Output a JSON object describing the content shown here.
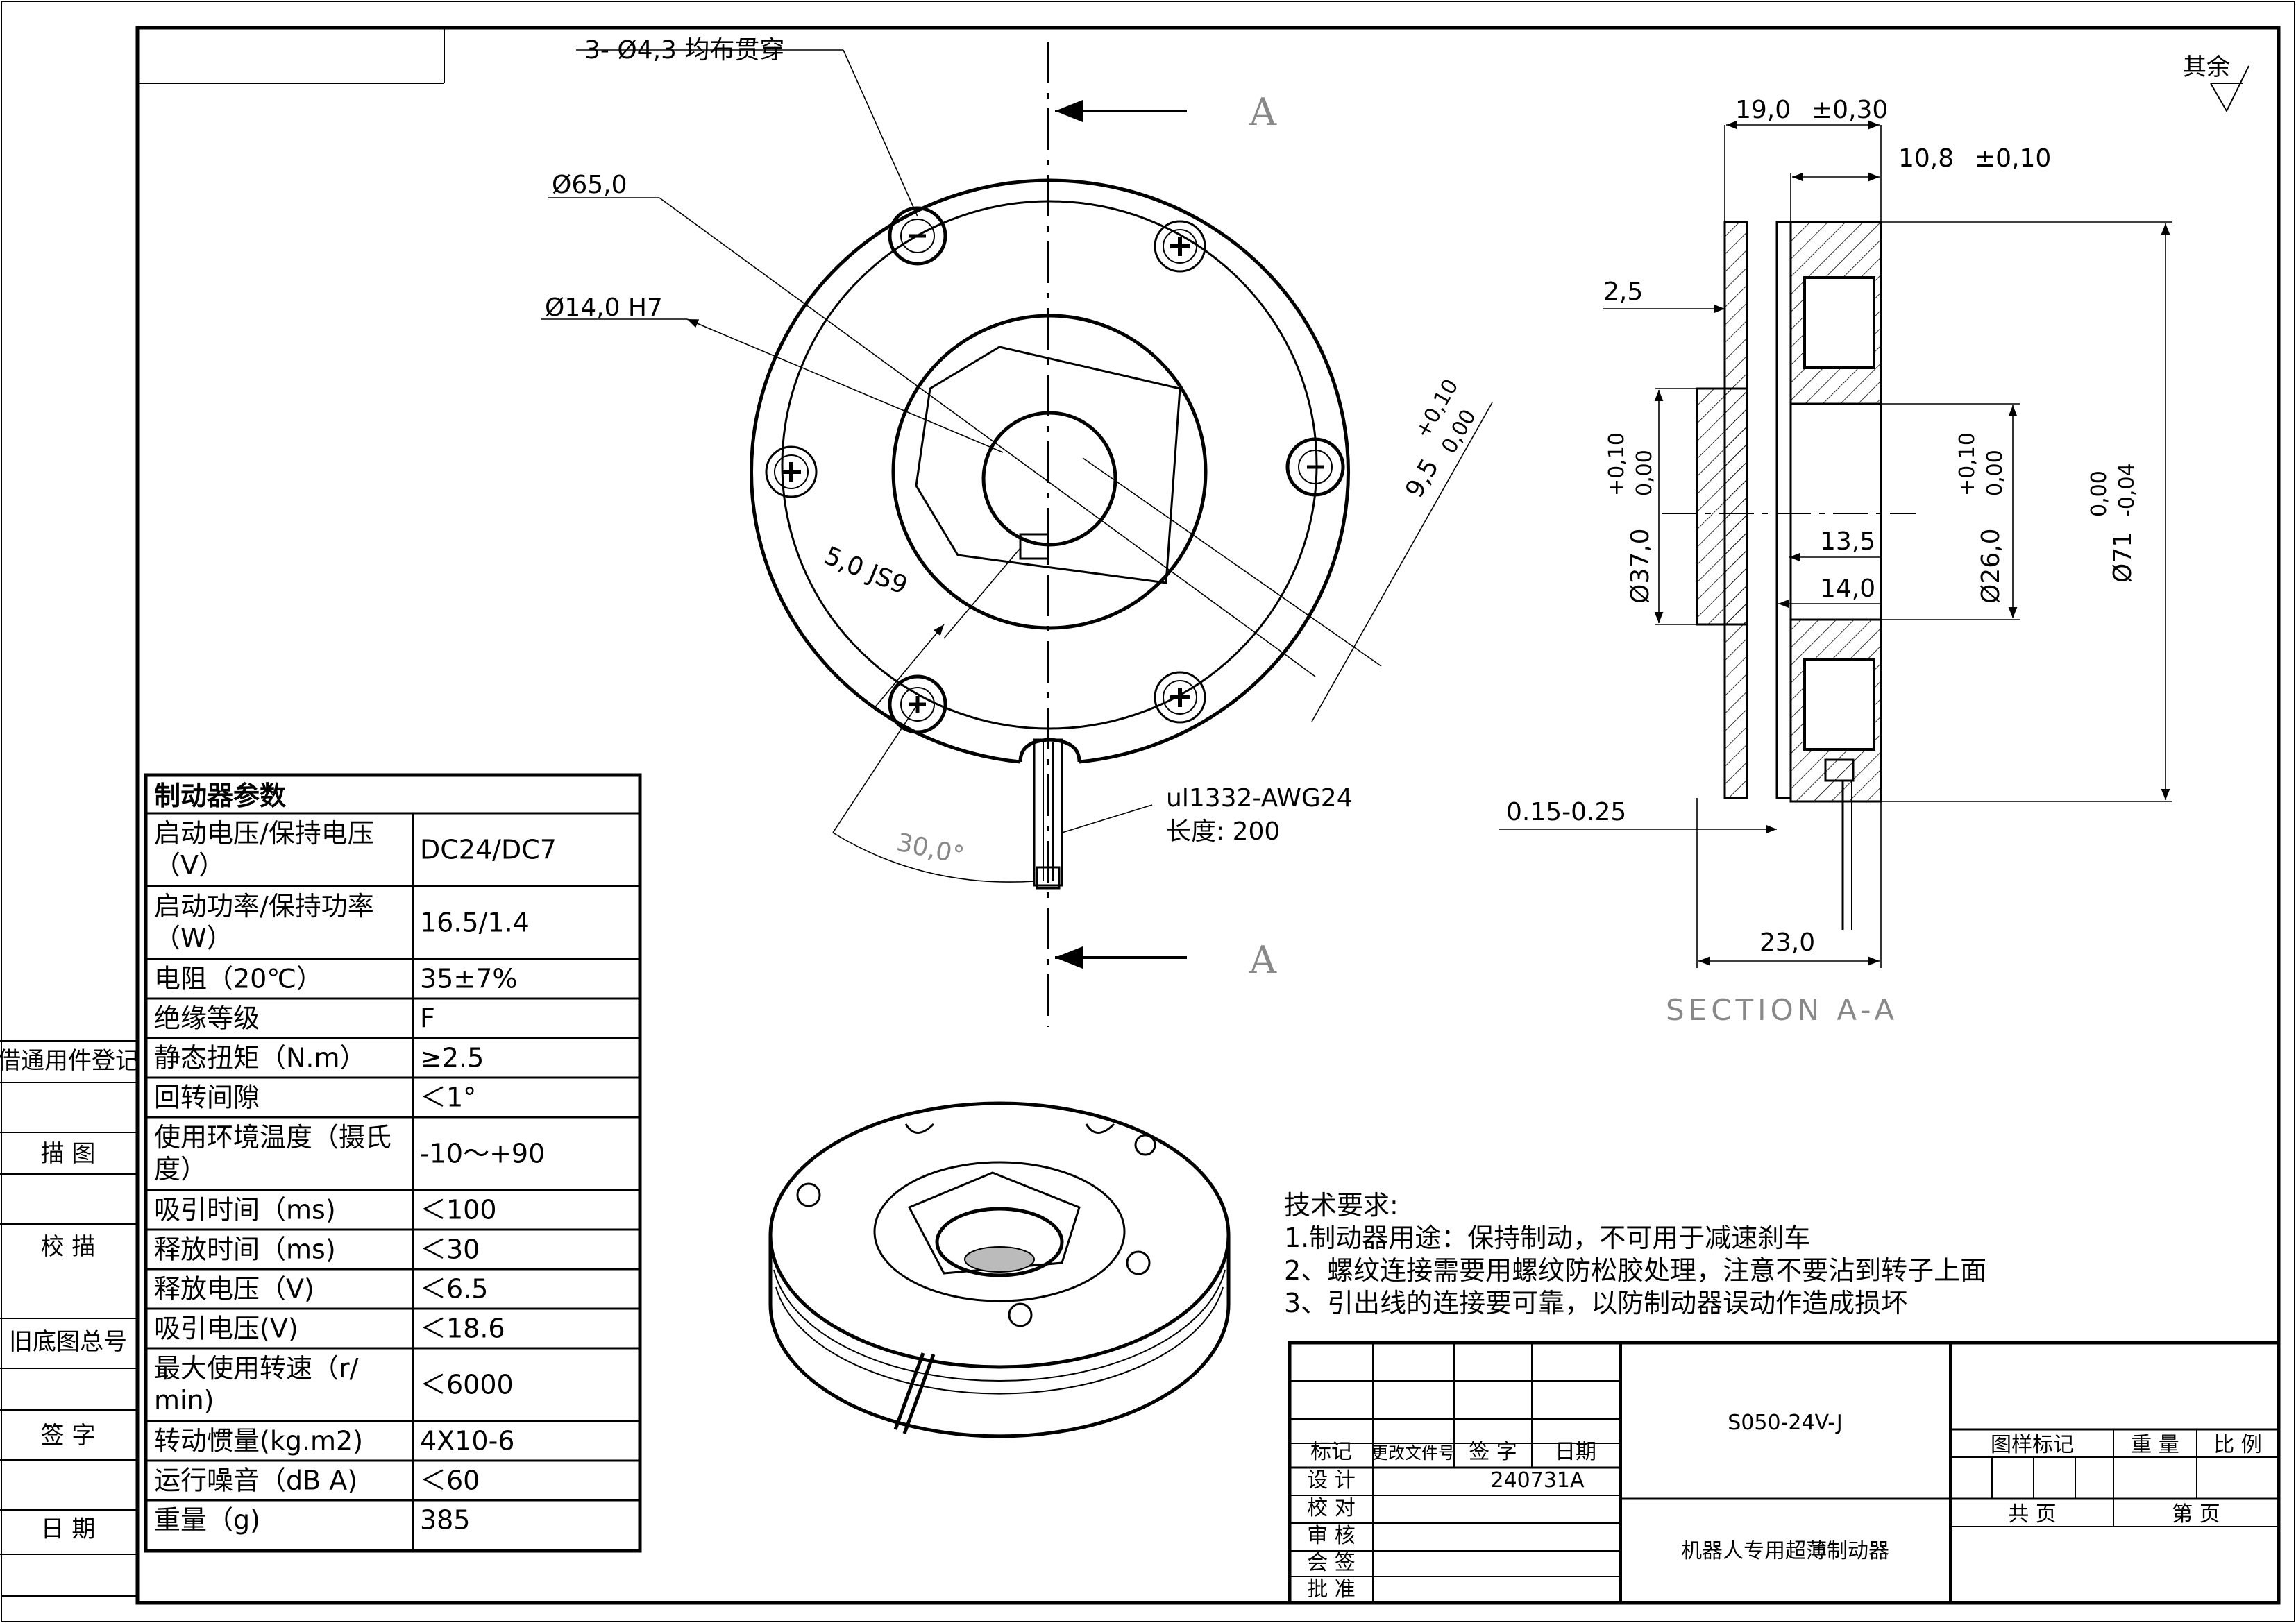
{
  "side_stamp": [
    "借通用件登记",
    "描 图",
    "校 描",
    "旧底图总号",
    "签 字",
    "日 期"
  ],
  "roughness_symbol": "其余",
  "front_view": {
    "holes_note": "3- Ø4,3 均布贯穿",
    "outer_dia": "Ø65,0",
    "bore": "Ø14,0 H7",
    "keyway_depth": [
      "9,5",
      "+0,10",
      "0,00"
    ],
    "keyway_width": "5,0 JS9",
    "angle": "30,0°",
    "cable": "ul1332-AWG24",
    "cable_length": "长度: 200",
    "section_mark": "A"
  },
  "section_view": {
    "width_total_top": "19,0",
    "width_total_tol": "±0,30",
    "width_body": "10,8",
    "width_body_tol": "±0,10",
    "plate": "2,5",
    "dia_37": "Ø37,0",
    "dia_37_tol": [
      "+0,10",
      "0,00"
    ],
    "dia_26": "Ø26,0",
    "dia_26_tol": [
      "+0,10",
      "0,00"
    ],
    "dia_71": "Ø71",
    "dia_71_tol": [
      "0,00",
      "-0,04"
    ],
    "w_135": "13,5",
    "w_140": "14,0",
    "gap": "0.15-0.25",
    "width_bottom": "23,0",
    "title": "SECTION A-A"
  },
  "params_table": {
    "header": "制动器参数",
    "rows": [
      {
        "label": "启动电压/保持电压（V）",
        "value": "DC24/DC7"
      },
      {
        "label": "启动功率/保持功率（W）",
        "value": "16.5/1.4"
      },
      {
        "label": "电阻（20℃）",
        "value": "35±7%"
      },
      {
        "label": "绝缘等级",
        "value": "F"
      },
      {
        "label": "静态扭矩（N.m）",
        "value": "≥2.5"
      },
      {
        "label": "回转间隙",
        "value": "＜1°"
      },
      {
        "label": "使用环境温度（摄氏度）",
        "value": "-10～+90"
      },
      {
        "label": "吸引时间（ms)",
        "value": "＜100"
      },
      {
        "label": "释放时间（ms)",
        "value": "＜30"
      },
      {
        "label": "释放电压（V)",
        "value": "＜6.5"
      },
      {
        "label": "吸引电压(V)",
        "value": "＜18.6"
      },
      {
        "label": "最大使用转速（r/min)",
        "value": "＜6000"
      },
      {
        "label": "转动惯量(kg.m2)",
        "value": "4X10-6"
      },
      {
        "label": "运行噪音（dB A)",
        "value": "＜60"
      },
      {
        "label": "重量（g)",
        "value": "385"
      }
    ]
  },
  "tech_requirements": {
    "title": "技术要求:",
    "items": [
      "1.制动器用途：保持制动，不可用于减速刹车",
      "2、螺纹连接需要用螺纹防松胶处理，注意不要沾到转子上面",
      "3、引出线的连接要可靠，以防制动器误动作造成损坏"
    ]
  },
  "title_block": {
    "col_heads": [
      "标记",
      "更改文件号",
      "签 字",
      "日期"
    ],
    "row_labels": [
      "设 计",
      "校 对",
      "审 核",
      "会 签",
      "批 准"
    ],
    "date_value": "240731A",
    "part_no": "S050-24V-J",
    "part_name": "机器人专用超薄制动器",
    "right_heads": [
      "图样标记",
      "重 量",
      "比 例"
    ],
    "page_total": "共 页",
    "page_no": "第 页"
  }
}
